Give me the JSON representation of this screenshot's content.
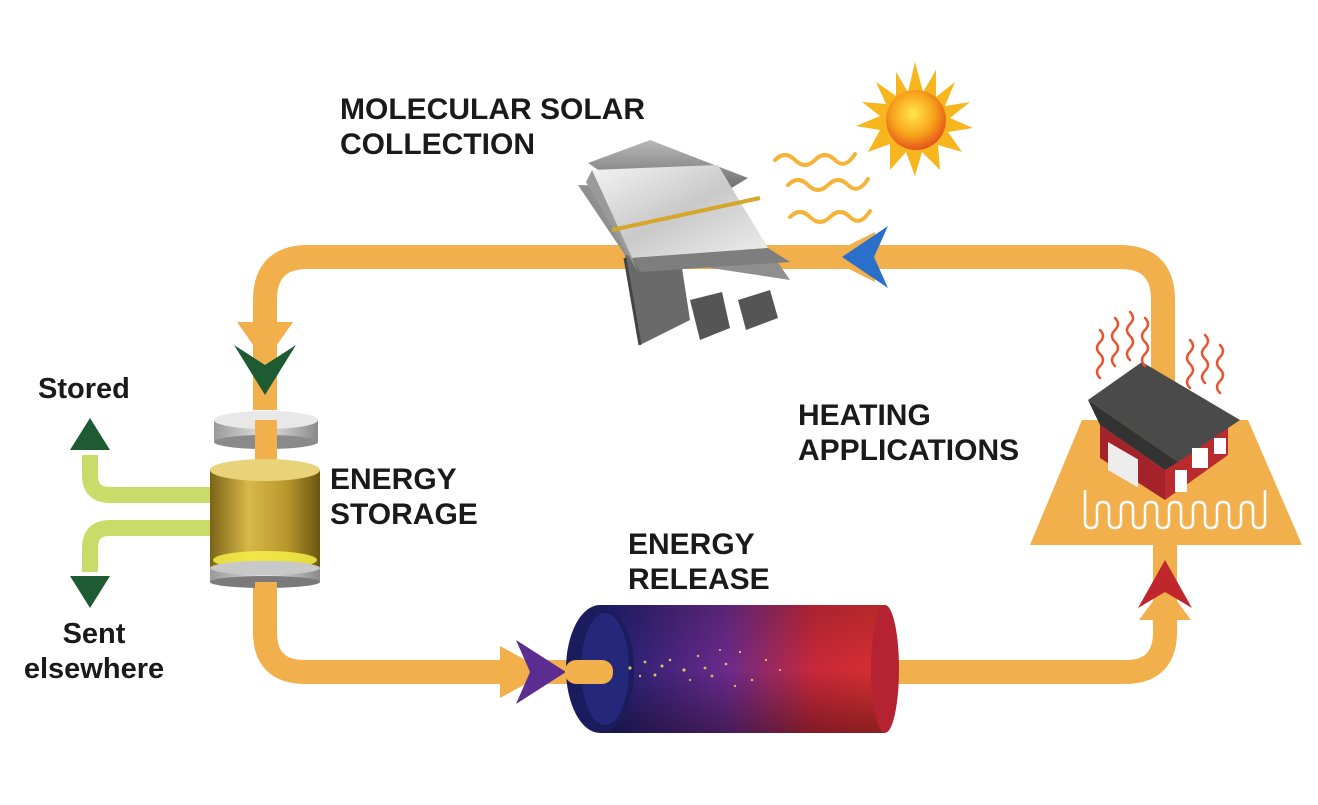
{
  "labels": {
    "solar": {
      "line1": "MOLECULAR SOLAR",
      "line2": "COLLECTION"
    },
    "storage": {
      "line1": "ENERGY",
      "line2": "STORAGE"
    },
    "release": {
      "line1": "ENERGY",
      "line2": "RELEASE"
    },
    "heating": {
      "line1": "HEATING",
      "line2": "APPLICATIONS"
    },
    "stored": "Stored",
    "sent": {
      "line1": "Sent",
      "line2": "elsewhere"
    }
  },
  "colors": {
    "loop": "#f2b04d",
    "branch": "#c9dc6a",
    "arrow_blue": "#2a6fc9",
    "arrow_green": "#1e5b33",
    "arrow_purple": "#5b2d91",
    "arrow_red": "#c0272d",
    "house_base": "#f2b04d"
  }
}
